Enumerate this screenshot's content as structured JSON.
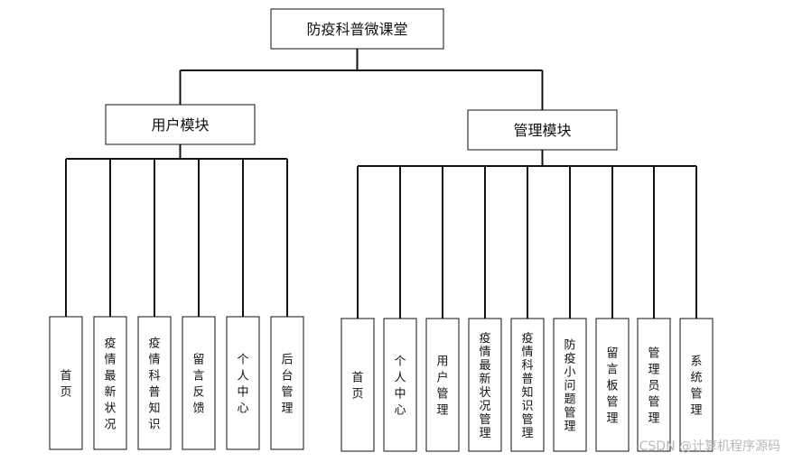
{
  "root": {
    "label": "防疫科普微课堂"
  },
  "modules": [
    {
      "id": "user",
      "label": "用户模块",
      "children": [
        {
          "id": "u1",
          "label": "首页"
        },
        {
          "id": "u2",
          "label": "疫情最新状况"
        },
        {
          "id": "u3",
          "label": "疫情科普知识"
        },
        {
          "id": "u4",
          "label": "留言反馈"
        },
        {
          "id": "u5",
          "label": "个人中心"
        },
        {
          "id": "u6",
          "label": "后台管理"
        }
      ]
    },
    {
      "id": "admin",
      "label": "管理模块",
      "children": [
        {
          "id": "a1",
          "label": "首页"
        },
        {
          "id": "a2",
          "label": "个人中心"
        },
        {
          "id": "a3",
          "label": "用户管理"
        },
        {
          "id": "a4",
          "label": "疫情最新状况管理"
        },
        {
          "id": "a5",
          "label": "疫情科普知识管理"
        },
        {
          "id": "a6",
          "label": "防疫小问题管理"
        },
        {
          "id": "a7",
          "label": "留言板管理"
        },
        {
          "id": "a8",
          "label": "管理员管理"
        },
        {
          "id": "a9",
          "label": "系统管理"
        }
      ]
    }
  ],
  "watermark": "CSDN @计算机程序源码",
  "colors": {
    "line": "#111111",
    "box_fill": "#ffffff",
    "watermark": "#b8b8b8"
  }
}
